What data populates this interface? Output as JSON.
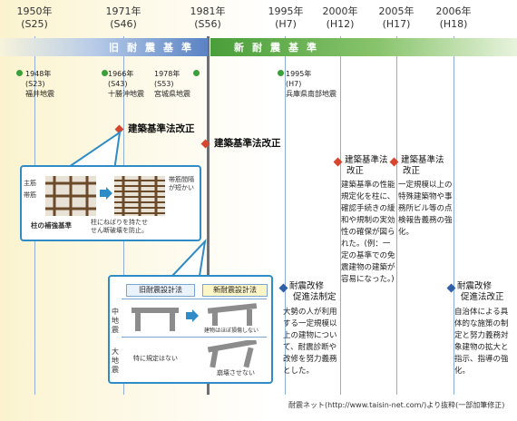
{
  "years": [
    {
      "year": "1950年",
      "era": "(S25)"
    },
    {
      "year": "1971年",
      "era": "(S46)"
    },
    {
      "year": "1981年",
      "era": "(S56)"
    },
    {
      "year": "1995年",
      "era": "(H7)"
    },
    {
      "year": "2000年",
      "era": "(H12)"
    },
    {
      "year": "2005年",
      "era": "(H17)"
    },
    {
      "year": "2006年",
      "era": "(H18)"
    }
  ],
  "bands": {
    "old": "旧耐震基準",
    "new": "新耐震基準"
  },
  "earthquakes": [
    {
      "year": "1948年",
      "era": "(S23)",
      "name": "福井地震"
    },
    {
      "year": "1966年",
      "era": "(S43)",
      "name": "十勝沖地震"
    },
    {
      "year": "1978年",
      "era": "(S53)",
      "name": "宮城県地震"
    },
    {
      "year": "1995年",
      "era": "(H7)",
      "name": "兵庫県南部地震"
    }
  ],
  "events": {
    "law1971": "建築基準法改正",
    "law1981": "建築基準法改正",
    "law2000": {
      "title1": "建築基準法",
      "title2": "改正",
      "desc": "建築基準の性能規定化を柱に、確認手続きの緩和や規制の実効性の確保が図られた。(例：一定の基準での免震建物の建築が容易になった。)"
    },
    "law2005": {
      "title1": "建築基準法",
      "title2": "改正",
      "desc": "一定規模以上の特殊建築物や事務所ビル等の点検報告義務の強化。"
    },
    "promo1995": {
      "title1": "耐震改修",
      "title2": "促進法制定",
      "desc": "大勢の人が利用する一定規模以上の建物について、耐震診断や改修を努力義務とした。"
    },
    "promo2006": {
      "title1": "耐震改修",
      "title2": "促進法改正",
      "desc": "自治体による具体的な施策の制定と努力義務対象建物の拡大と指示、指導の強化。"
    }
  },
  "column_box": {
    "main_bar": "主筋",
    "hoop": "帯筋",
    "hoop_note": "帯筋間隔が短かい",
    "title": "柱の補強基準",
    "note1": "柱にねばりを持たせ",
    "note2": "せん断破壊を防止。"
  },
  "design_box": {
    "old_label": "旧耐震設計法",
    "new_label": "新耐震設計法",
    "row1": "中地震",
    "row2": "大地震",
    "old_big": "特に規定はない",
    "new_mid": "建物はほぼ損傷しない",
    "new_big": "崩壊させない"
  },
  "source": "耐震ネット(http://www.taisin-net.com/)より抜粋(一部加筆修正)",
  "colors": {
    "old_band": "#5a82c4",
    "new_band": "#4a9e3a",
    "red_marker": "#d8452f",
    "blue_marker": "#2f5fa8",
    "box_border": "#2f8cc7"
  }
}
